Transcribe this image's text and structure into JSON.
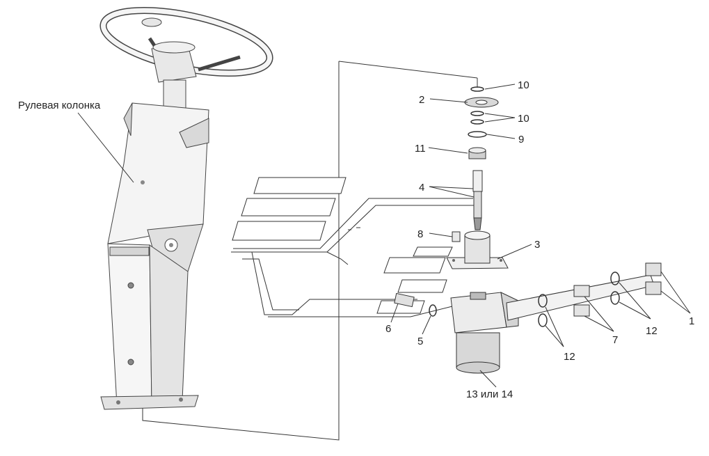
{
  "labels": {
    "column": "Рулевая колонка",
    "p1": "1",
    "p2": "2",
    "p3": "3",
    "p4": "4",
    "p5": "5",
    "p6": "6",
    "p7": "7",
    "p8": "8",
    "p9": "9",
    "p10a": "10",
    "p10b": "10",
    "p11": "11",
    "p12a": "12",
    "p12b": "12",
    "p13": "13 или 14"
  },
  "colors": {
    "line": "#333333",
    "part_light": "#f2f2f2",
    "part_mid": "#d9d9d9",
    "part_dark": "#b8b8b8"
  }
}
